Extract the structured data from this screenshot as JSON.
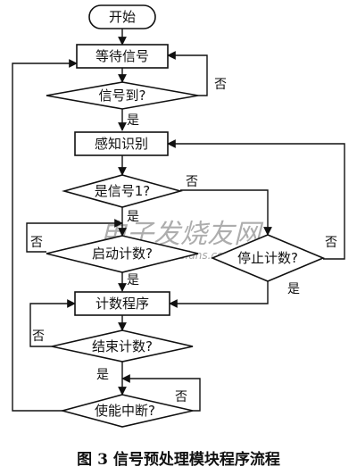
{
  "nodes": {
    "start": "开始",
    "wait_signal": "等待信号",
    "signal_arrived": "信号到?",
    "sense_identify": "感知识别",
    "is_signal1": "是信号1?",
    "start_count": "启动计数?",
    "stop_count": "停止计数?",
    "count_program": "计数程序",
    "end_count": "结束计数?",
    "enable_interrupt": "使能中断?"
  },
  "labels": {
    "yes": "是",
    "no": "否"
  },
  "caption": "图 3  信号预处理模块程序流程",
  "watermark": {
    "text": "电子发烧友网",
    "url": "www.elecfans.com"
  }
}
